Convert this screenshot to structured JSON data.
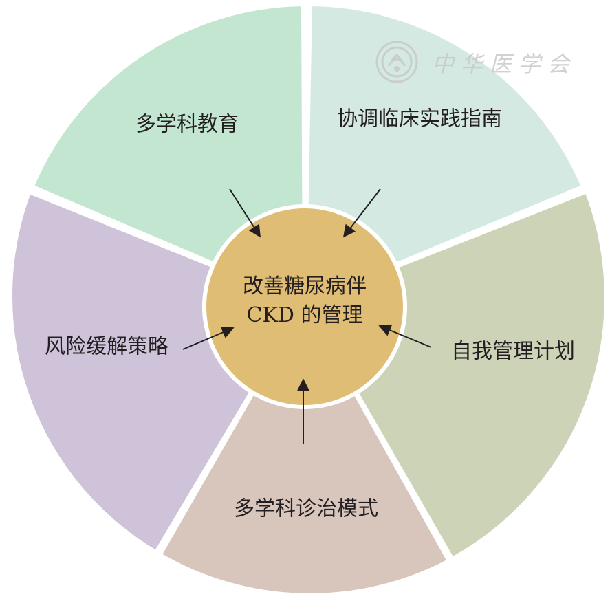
{
  "center": {
    "line1": "改善糖尿病伴",
    "line2": "CKD 的管理",
    "color": "#e0bd74"
  },
  "segments": [
    {
      "key": "education",
      "label": "多学科教育",
      "color": "#c2e6d0"
    },
    {
      "key": "guideline",
      "label": "协调临床实践指南",
      "color": "#d3e9e2"
    },
    {
      "key": "selfmgmt",
      "label": "自我管理计划",
      "color": "#cdd3b7"
    },
    {
      "key": "care",
      "label": "多学科诊治模式",
      "color": "#d8c6bd"
    },
    {
      "key": "risk",
      "label": "风险缓解策略",
      "color": "#cfc3da"
    }
  ],
  "watermark": {
    "text": "中华医学会",
    "color": "#c9c9c9"
  }
}
